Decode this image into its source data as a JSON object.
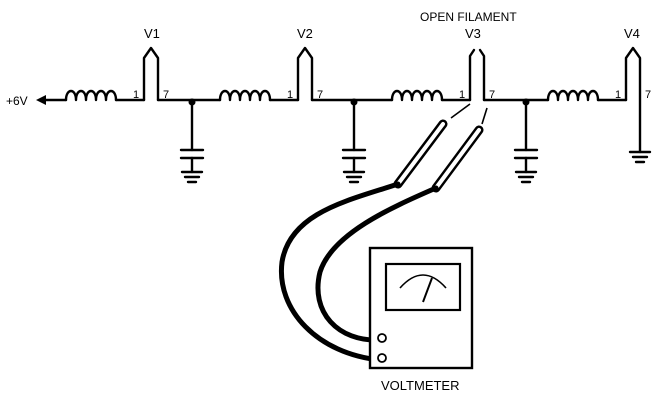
{
  "diagram": {
    "supply_label": "+6V",
    "open_filament_label": "OPEN FILAMENT",
    "tubes": [
      {
        "name": "V1",
        "pin_left": "1",
        "pin_right": "7"
      },
      {
        "name": "V2",
        "pin_left": "1",
        "pin_right": "7"
      },
      {
        "name": "V3",
        "pin_left": "1",
        "pin_right": "7"
      },
      {
        "name": "V4",
        "pin_left": "1",
        "pin_right": "7"
      }
    ],
    "meter_label": "VOLTMETER"
  }
}
